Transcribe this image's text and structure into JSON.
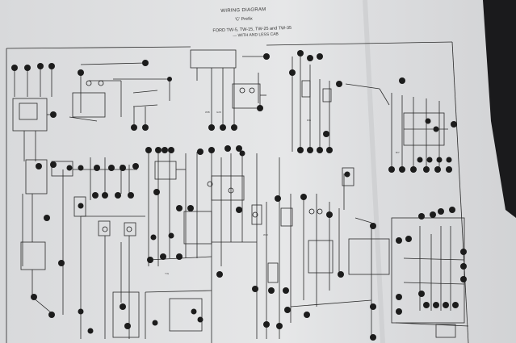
{
  "document": {
    "title": "WIRING DIAGRAM",
    "prefix": "'C' Prefix",
    "models": "FORD TW-5, TW-15, TW-25 and TW-35",
    "cab_note": "— WITH AND LESS CAB"
  },
  "colors": {
    "paper": "#e4e5e6",
    "paper_shadow": "#bfc1c3",
    "background": "#1a1a1c",
    "ink": "#1c1c1c",
    "wire": "#2a2a2a"
  }
}
